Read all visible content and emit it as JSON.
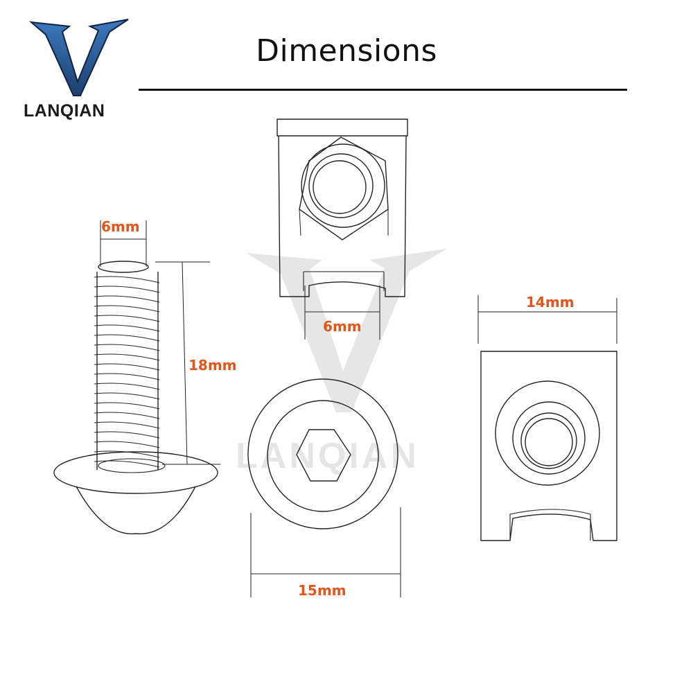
{
  "brand": {
    "name": "LANQIAN"
  },
  "title": "Dimensions",
  "dimensions": {
    "screw_diameter": "6mm",
    "screw_length": "18mm",
    "clip_hole": "6mm",
    "clip_width": "14mm",
    "head_diameter": "15mm"
  },
  "colors": {
    "dimension_text": "#e2551b",
    "line": "#222222",
    "logo_blue": "#2b5f9e"
  }
}
